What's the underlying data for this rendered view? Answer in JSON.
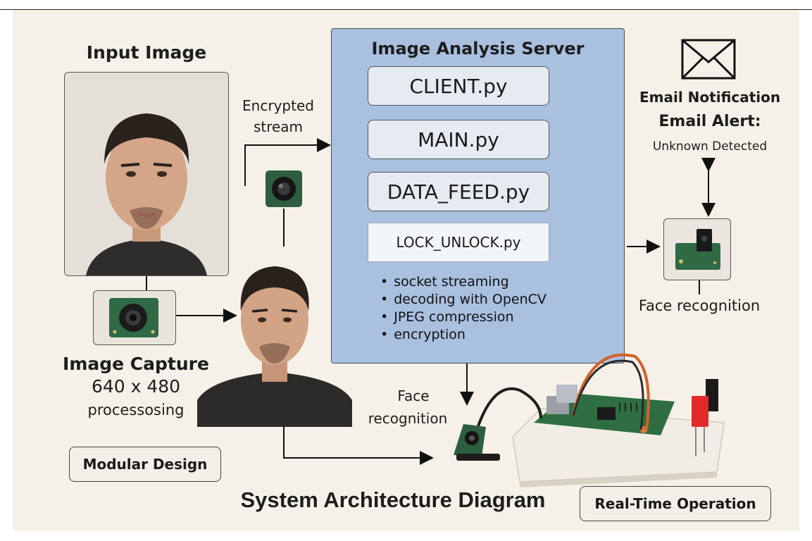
{
  "title": "System Architecture Diagram",
  "input": {
    "heading": "Input Image"
  },
  "capture": {
    "line1": "Image Capture",
    "line2": "640 x 480",
    "line3": "processosing"
  },
  "stream_label": {
    "line1": "Encrypted",
    "line2": "stream"
  },
  "server": {
    "title": "Image Analysis Server",
    "modules": [
      "CLIENT.py",
      "MAIN.py",
      "DATA_FEED.py",
      "LOCK_UNLOCK.py"
    ],
    "features": [
      "socket streaming",
      "decoding with OpenCV",
      "JPEG compression",
      "encryption"
    ]
  },
  "email": {
    "line1": "Email Notification",
    "line2": "Email Alert:",
    "line3": "Unknown Detected"
  },
  "face_recognition_right": "Face recognition",
  "face_recognition_bottom": {
    "line1": "Face",
    "line2": "recognition"
  },
  "tags": {
    "modular": "Modular Design",
    "realtime": "Real-Time Operation"
  },
  "icons": [
    "envelope-icon",
    "camera-module-icon",
    "face-recognition-sensor-icon",
    "raspberry-pi-board",
    "red-led-icon",
    "person-photo"
  ]
}
